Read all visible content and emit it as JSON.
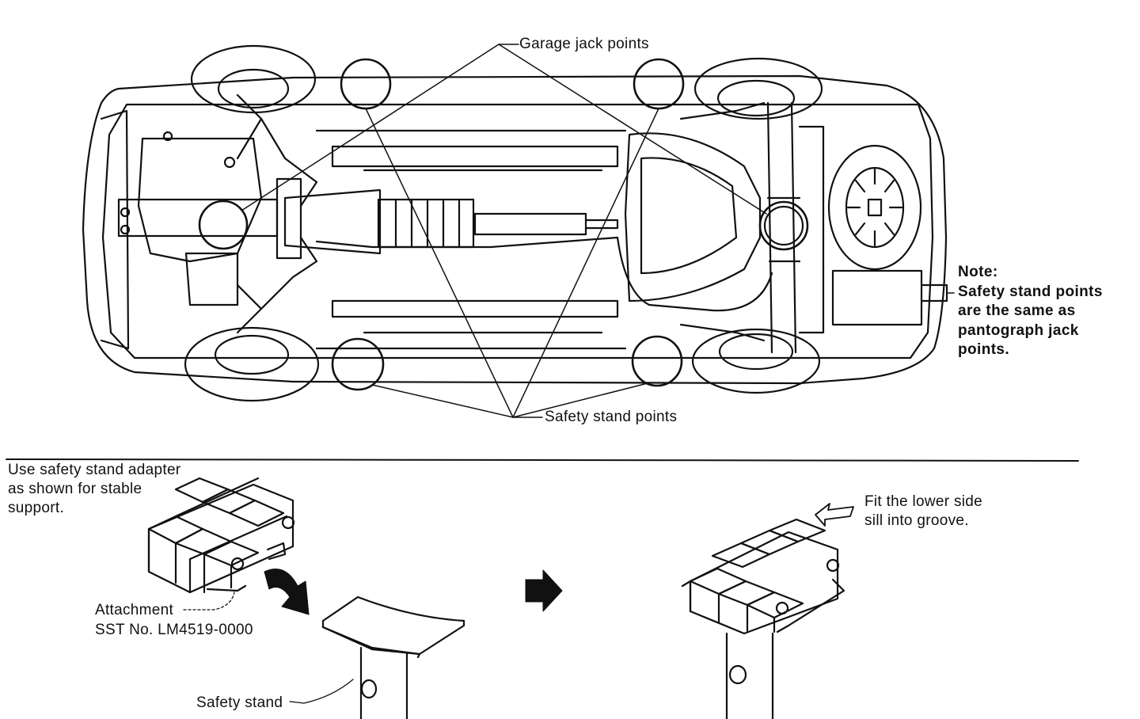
{
  "top": {
    "garage_jack_label": "Garage jack points",
    "safety_stand_label": "Safety stand points",
    "note": {
      "title": "Note:",
      "lines": [
        "Safety stand points",
        "are the same as",
        "pantograph jack",
        "points."
      ]
    }
  },
  "bottom": {
    "instruction_lines": [
      "Use safety stand adapter",
      "as shown for stable",
      "support."
    ],
    "attachment_label": "Attachment",
    "sst_label": "SST No. LM4519-0000",
    "safety_stand_label": "Safety stand",
    "fit_lines": [
      "Fit the lower side",
      "sill into groove."
    ]
  },
  "icons": {
    "arrow_curved": "curved-arrow-icon",
    "arrow_right": "right-arrow-icon",
    "arrow_direction": "hollow-arrow-icon"
  }
}
